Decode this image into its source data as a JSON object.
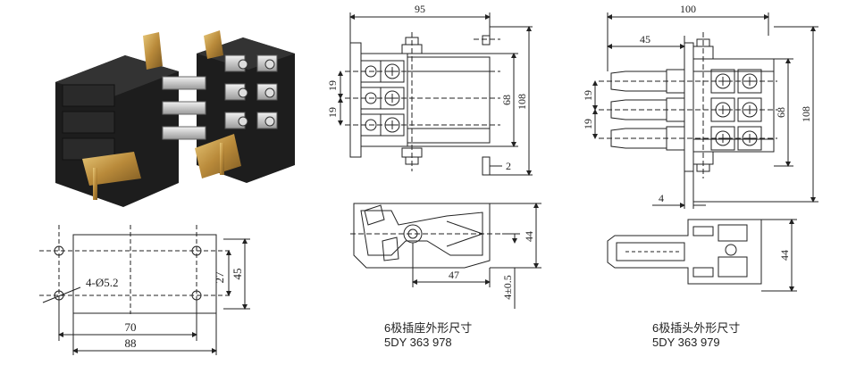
{
  "mount_plan": {
    "hole_label": "4-Ø5.2",
    "dim_27": "27",
    "dim_45": "45",
    "dim_70": "70",
    "dim_88": "88"
  },
  "socket": {
    "dim_width": "95",
    "dim_pitch_a": "19",
    "dim_pitch_b": "19",
    "dim_68": "68",
    "dim_108": "108",
    "dim_2": "2",
    "dim_44": "44",
    "dim_47": "47",
    "dim_4": "4±0.5",
    "caption": "6极插座外形尺寸",
    "part_no": "5DY 363 978"
  },
  "plug": {
    "dim_width": "100",
    "dim_45": "45",
    "dim_pitch_a": "19",
    "dim_pitch_b": "19",
    "dim_68": "68",
    "dim_108": "108",
    "dim_4": "4",
    "dim_44": "44",
    "caption": "6极插头外形尺寸",
    "part_no": "5DY 363 979"
  },
  "colors": {
    "line": "#222222",
    "body": "#1b1b1b",
    "bracket": "#c9a24a"
  }
}
